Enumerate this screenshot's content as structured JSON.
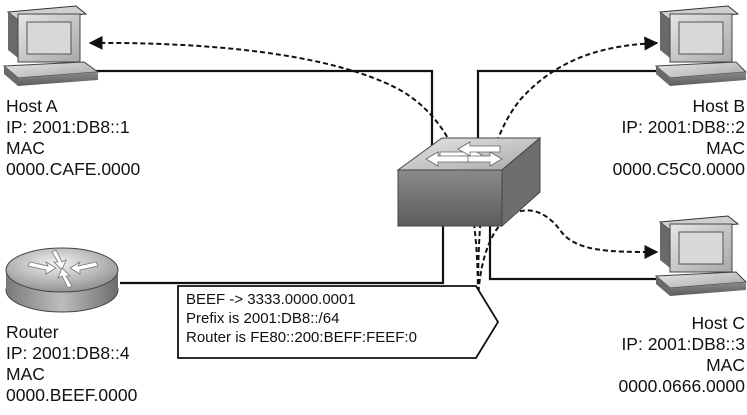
{
  "hosts": {
    "host_a": {
      "name": "Host A",
      "ip": "IP: 2001:DB8::1",
      "mac_label": "MAC",
      "mac": "0000.CAFE.0000"
    },
    "host_b": {
      "name": "Host B",
      "ip": "IP: 2001:DB8::2",
      "mac_label": "MAC",
      "mac": "0000.C5C0.0000"
    },
    "host_c": {
      "name": "Host C",
      "ip": "IP: 2001:DB8::3",
      "mac_label": "MAC",
      "mac": "0000.0666.0000"
    }
  },
  "router": {
    "name": "Router",
    "ip": "IP: 2001:DB8::4",
    "mac_label": "MAC",
    "mac": "0000.BEEF.0000"
  },
  "callout": {
    "line1": "BEEF -> 3333.0000.0001",
    "line2": "Prefix is 2001:DB8::/64",
    "line3": "Router is FE80::200:BEFF:FEEF:0"
  },
  "colors": {
    "device_gray": "#9a9a9a",
    "screen_gray": "#d8d8d8",
    "line": "#111111"
  },
  "icons": {
    "host": "pc-icon",
    "switch": "switch-icon",
    "router": "router-icon"
  }
}
